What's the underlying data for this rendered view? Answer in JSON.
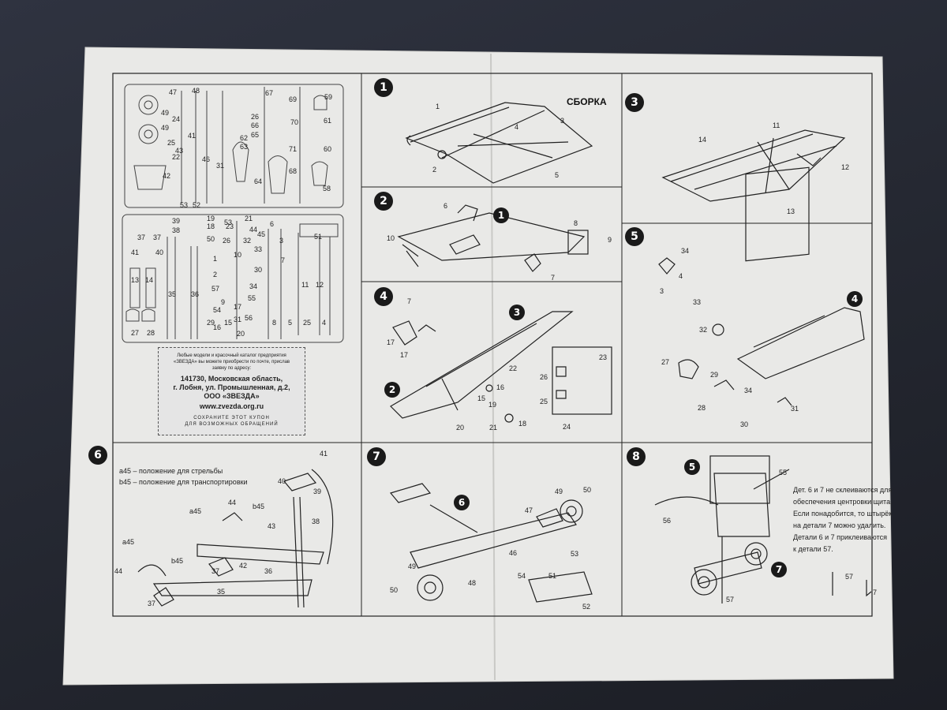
{
  "sprue_a": {
    "labels": [
      "47",
      "48",
      "49",
      "49",
      "24",
      "25",
      "41",
      "22",
      "42",
      "43",
      "26",
      "66",
      "67",
      "69",
      "59",
      "61",
      "60",
      "62",
      "63",
      "65",
      "70",
      "71",
      "64",
      "68",
      "58",
      "52",
      "53",
      "46",
      "31"
    ]
  },
  "sprue_b": {
    "labels": [
      "39",
      "38",
      "37",
      "37",
      "41",
      "40",
      "13",
      "14",
      "35",
      "36",
      "27",
      "28",
      "19",
      "18",
      "50",
      "53",
      "21",
      "44",
      "45",
      "32",
      "33",
      "30",
      "34",
      "55",
      "56",
      "17",
      "9",
      "57",
      "2",
      "1",
      "29",
      "15",
      "6",
      "3",
      "7",
      "11",
      "12",
      "51",
      "8",
      "5",
      "25",
      "4",
      "10",
      "16",
      "20",
      "23",
      "26",
      "54",
      "31"
    ]
  },
  "coupon": {
    "intro": "Любые модели и красочный каталог предприятия «ЗВЕЗДА» вы можете приобрести по почте, прислав заявку по адресу:",
    "address_line1": "141730, Московская область,",
    "address_line2": "г. Лобня, ул. Промышленная, д.2,",
    "address_line3": "ООО «ЗВЕЗДА»",
    "website": "www.zvezda.org.ru",
    "save_line1": "СОХРАНИТЕ ЭТОТ КУПОН",
    "save_line2": "ДЛЯ ВОЗМОЖНЫХ ОБРАЩЕНИЙ"
  },
  "step1": {
    "num": "1",
    "title": "СБОРКА",
    "labels": [
      "1",
      "2",
      "3",
      "4",
      "5"
    ]
  },
  "step2": {
    "num": "2",
    "sub": "1",
    "labels": [
      "6",
      "10",
      "7",
      "8",
      "9"
    ]
  },
  "step3": {
    "num": "3",
    "labels": [
      "11",
      "14",
      "12",
      "13"
    ]
  },
  "step4": {
    "num": "4",
    "sub_3": "3",
    "sub_2": "2",
    "labels": [
      "7",
      "17",
      "17",
      "22",
      "16",
      "15",
      "19",
      "18",
      "20",
      "21",
      "23",
      "26",
      "25",
      "24"
    ]
  },
  "step5": {
    "num": "5",
    "sub": "4",
    "labels": [
      "34",
      "4",
      "3",
      "33",
      "32",
      "27",
      "29",
      "28",
      "34",
      "30",
      "31"
    ]
  },
  "step6": {
    "num": "6",
    "legend_a": "a45 – положение для стрельбы",
    "legend_b": "b45 – положение для транспортировки",
    "labels": [
      "41",
      "40",
      "39",
      "38",
      "44",
      "a45",
      "b45",
      "43",
      "a45",
      "44",
      "b45",
      "37",
      "42",
      "36",
      "35",
      "37"
    ]
  },
  "step7": {
    "num": "7",
    "sub": "6",
    "labels": [
      "50",
      "49",
      "47",
      "46",
      "53",
      "49",
      "48",
      "54",
      "51",
      "52",
      "50"
    ]
  },
  "step8": {
    "num": "8",
    "sub_5": "5",
    "sub_7": "7",
    "note": [
      "Дет. 6 и 7 не склеиваются для",
      "обеспечения центровки щита.",
      "Если понадобится, то штырёк",
      "на детали 7 можно удалить.",
      "Детали 6 и 7 приклеиваются",
      "к детали 57."
    ],
    "labels": [
      "55",
      "56",
      "57",
      "57",
      "7"
    ]
  },
  "colors": {
    "paper": "#e9e9e7",
    "ink": "#1a1a1a",
    "table": "#262a33"
  }
}
